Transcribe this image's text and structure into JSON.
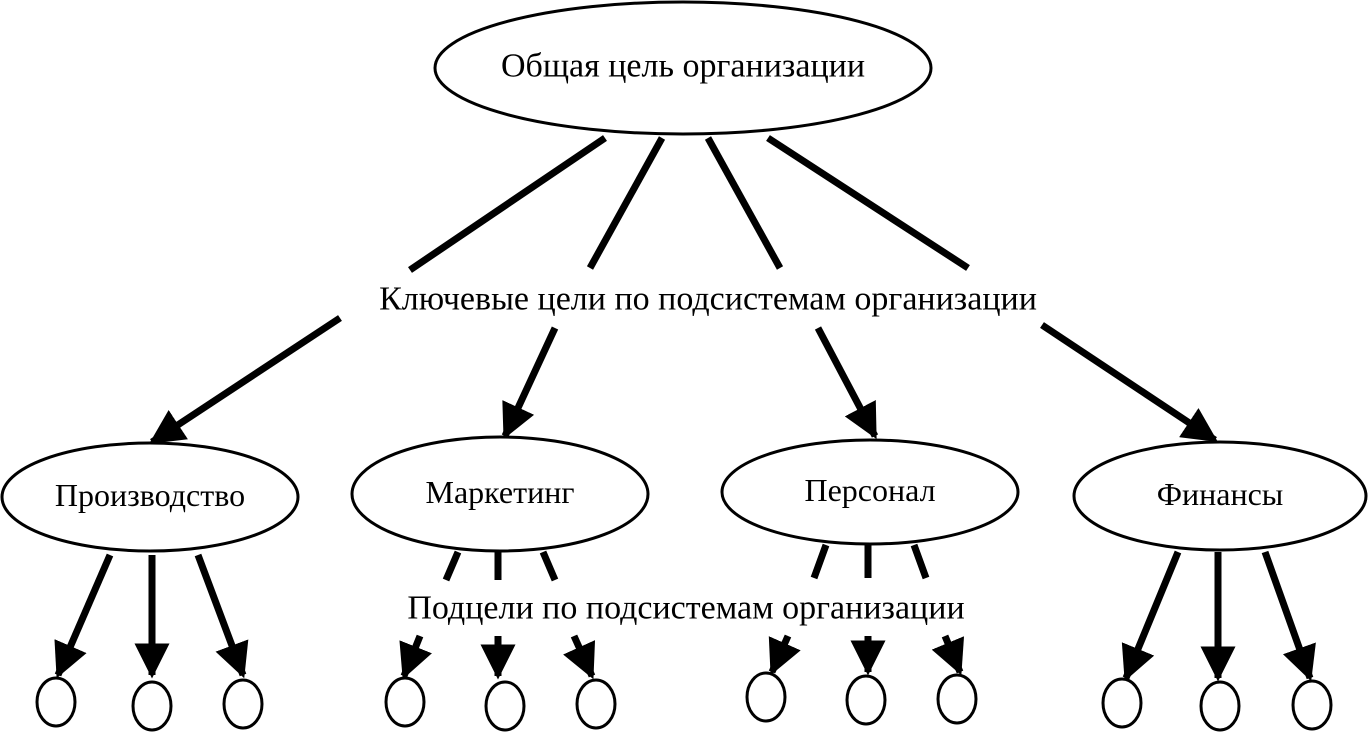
{
  "diagram": {
    "root": {
      "label": "Общая цель организации"
    },
    "key_goals_label": "Ключевые цели по подсистемам организации",
    "subgoals_label": "Подцели по подсистемам организации",
    "subsystems": [
      {
        "label": "Производство",
        "subgoal_count": 3
      },
      {
        "label": "Маркетинг",
        "subgoal_count": 3
      },
      {
        "label": "Персонал",
        "subgoal_count": 3
      },
      {
        "label": "Финансы",
        "subgoal_count": 3
      }
    ]
  }
}
